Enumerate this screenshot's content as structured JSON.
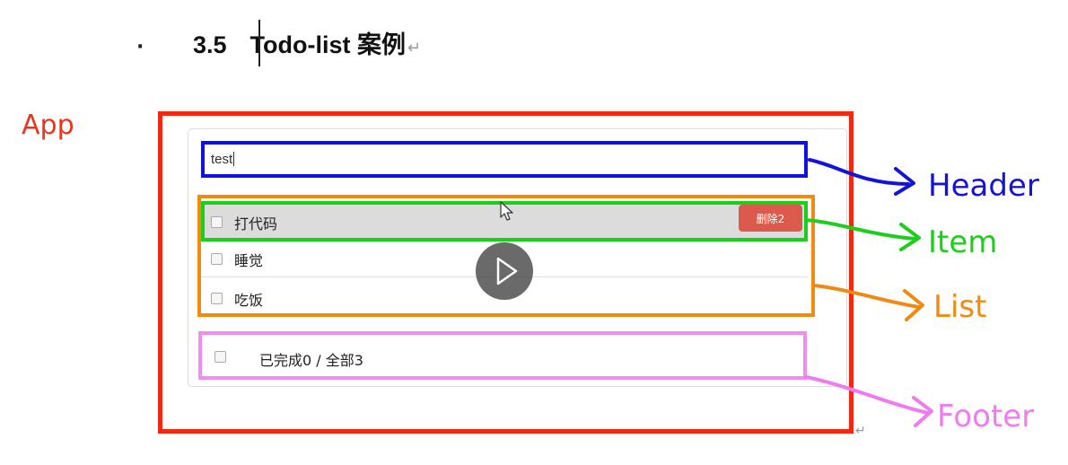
{
  "slide": {
    "bullet": "·",
    "section_number": "3.5",
    "section_title": "Todo-list 案例",
    "return_mark": "↵",
    "app_label": "App"
  },
  "todo_app": {
    "header_input_value": "test",
    "items": [
      {
        "label": "打代码",
        "delete_label": "删除2"
      },
      {
        "label": "睡觉"
      },
      {
        "label": "吃饭"
      }
    ],
    "footer_text": "已完成0 / 全部3"
  },
  "annotations": {
    "header": "Header",
    "item": "Item",
    "list": "List",
    "footer": "Footer"
  },
  "colors": {
    "app": "#ee2a14",
    "header": "#1010e6",
    "item": "#18d018",
    "list": "#f28a10",
    "footer": "#f08df0",
    "delete_button": "#dc5a4b"
  },
  "icons": [
    "mouse-pointer-icon",
    "play-icon",
    "checkbox-icon"
  ]
}
